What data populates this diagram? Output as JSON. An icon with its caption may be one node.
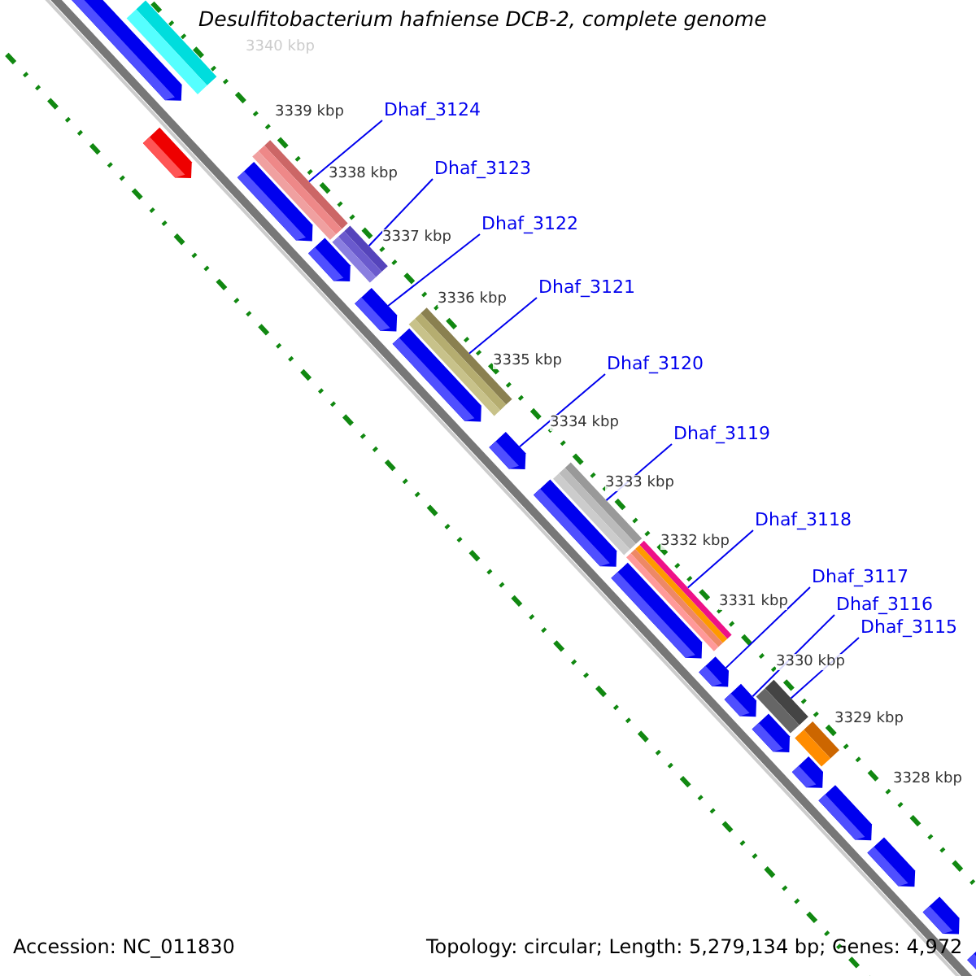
{
  "diagram": {
    "title": "Desulfitobacterium hafniense DCB-2, complete genome",
    "nodes": [
      {
        "text": [
          "Dhaf_3124"
        ]
      },
      {
        "text": [
          "Dhaf_3123"
        ]
      },
      {
        "text": [
          "Dhaf_3122"
        ]
      },
      {
        "text": [
          "Dhaf_3121"
        ]
      },
      {
        "text": [
          "Dhaf_3120"
        ]
      },
      {
        "text": [
          "Dhaf_3119"
        ]
      },
      {
        "text": [
          "Dhaf_3118"
        ]
      },
      {
        "text": [
          "Dhaf_3117"
        ]
      },
      {
        "text": [
          "Dhaf_3116"
        ]
      },
      {
        "text": [
          "Dhaf_3115"
        ]
      },
      {
        "text": [],
        "shape": "box"
      },
      {
        "text": [],
        "shape": "arrow"
      },
      {
        "text": [],
        "shape": "arrow"
      },
      {
        "text": [],
        "shape": "box"
      },
      {
        "text": [],
        "shape": "arrow"
      },
      {
        "text": [],
        "shape": "arrow"
      },
      {
        "text": [],
        "shape": "box"
      },
      {
        "text": [],
        "shape": "arrow"
      },
      {
        "text": [],
        "shape": "box"
      },
      {
        "text": [],
        "shape": "arrow"
      },
      {
        "text": [],
        "shape": "arrow"
      },
      {
        "text": [],
        "shape": "arrow"
      },
      {
        "text": [],
        "shape": "box"
      },
      {
        "text": [],
        "shape": "box"
      },
      {
        "text": [],
        "shape": "arrow"
      },
      {
        "text": [],
        "shape": "arrow"
      },
      {
        "text": [],
        "shape": "arrow"
      },
      {
        "text": [],
        "shape": "box"
      },
      {
        "text": [],
        "shape": "arrow"
      },
      {
        "text": [],
        "shape": "box"
      },
      {
        "text": [],
        "shape": "arrow"
      },
      {
        "text": [],
        "shape": "arrow"
      },
      {
        "text": [],
        "shape": "arrow"
      },
      {
        "text": [],
        "shape": "arrow"
      },
      {
        "text": [],
        "shape": "arrow"
      }
    ],
    "edges": [
      {
        "from": 0,
        "to": 13,
        "arrow": "none"
      },
      {
        "from": 1,
        "to": 16,
        "arrow": "none"
      },
      {
        "from": 2,
        "to": 17,
        "arrow": "none"
      },
      {
        "from": 3,
        "to": 18,
        "arrow": "none"
      },
      {
        "from": 4,
        "to": 20,
        "arrow": "none"
      },
      {
        "from": 5,
        "to": 22,
        "arrow": "none"
      },
      {
        "from": 6,
        "to": 23,
        "arrow": "none"
      },
      {
        "from": 7,
        "to": 25,
        "arrow": "none"
      },
      {
        "from": 8,
        "to": 26,
        "arrow": "none"
      },
      {
        "from": 9,
        "to": 27,
        "arrow": "none"
      }
    ],
    "labels": [
      "3340 kbp",
      "3339 kbp",
      "3338 kbp",
      "3337 kbp",
      "3336 kbp",
      "3335 kbp",
      "3334 kbp",
      "3333 kbp",
      "3332 kbp",
      "3331 kbp",
      "3330 kbp",
      "3329 kbp",
      "3328 kbp",
      "Accession: NC_011830",
      "Topology: circular; Length: 5,279,134 bp; Genes: 4,972"
    ]
  }
}
